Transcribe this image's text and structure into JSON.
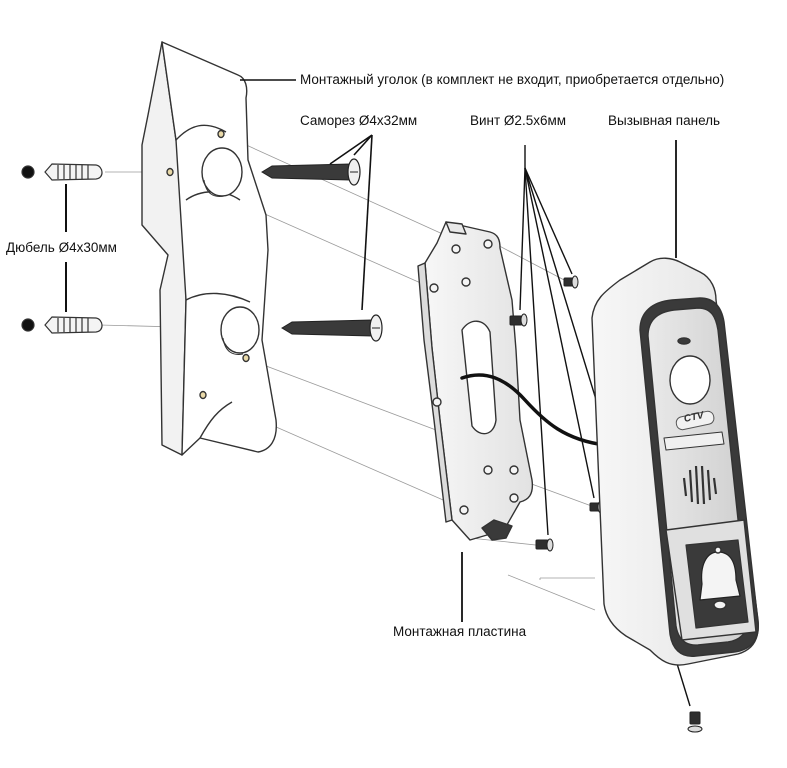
{
  "labels": {
    "corner_bracket": "Монтажный уголок (в комплект не входит, приобретается отдельно)",
    "screw": "Саморез Ø4x32мм",
    "bolt": "Винт Ø2.5x6мм",
    "call_panel": "Вызывная панель",
    "dowel": "Дюбель Ø4x30мм",
    "mounting_plate": "Монтажная пластина"
  },
  "panel_logo": "CTV",
  "colors": {
    "line": "#333333",
    "part_fill": "#ffffff",
    "panel_face": "#d4d4d4",
    "dark_accent": "#1a1a1a"
  }
}
